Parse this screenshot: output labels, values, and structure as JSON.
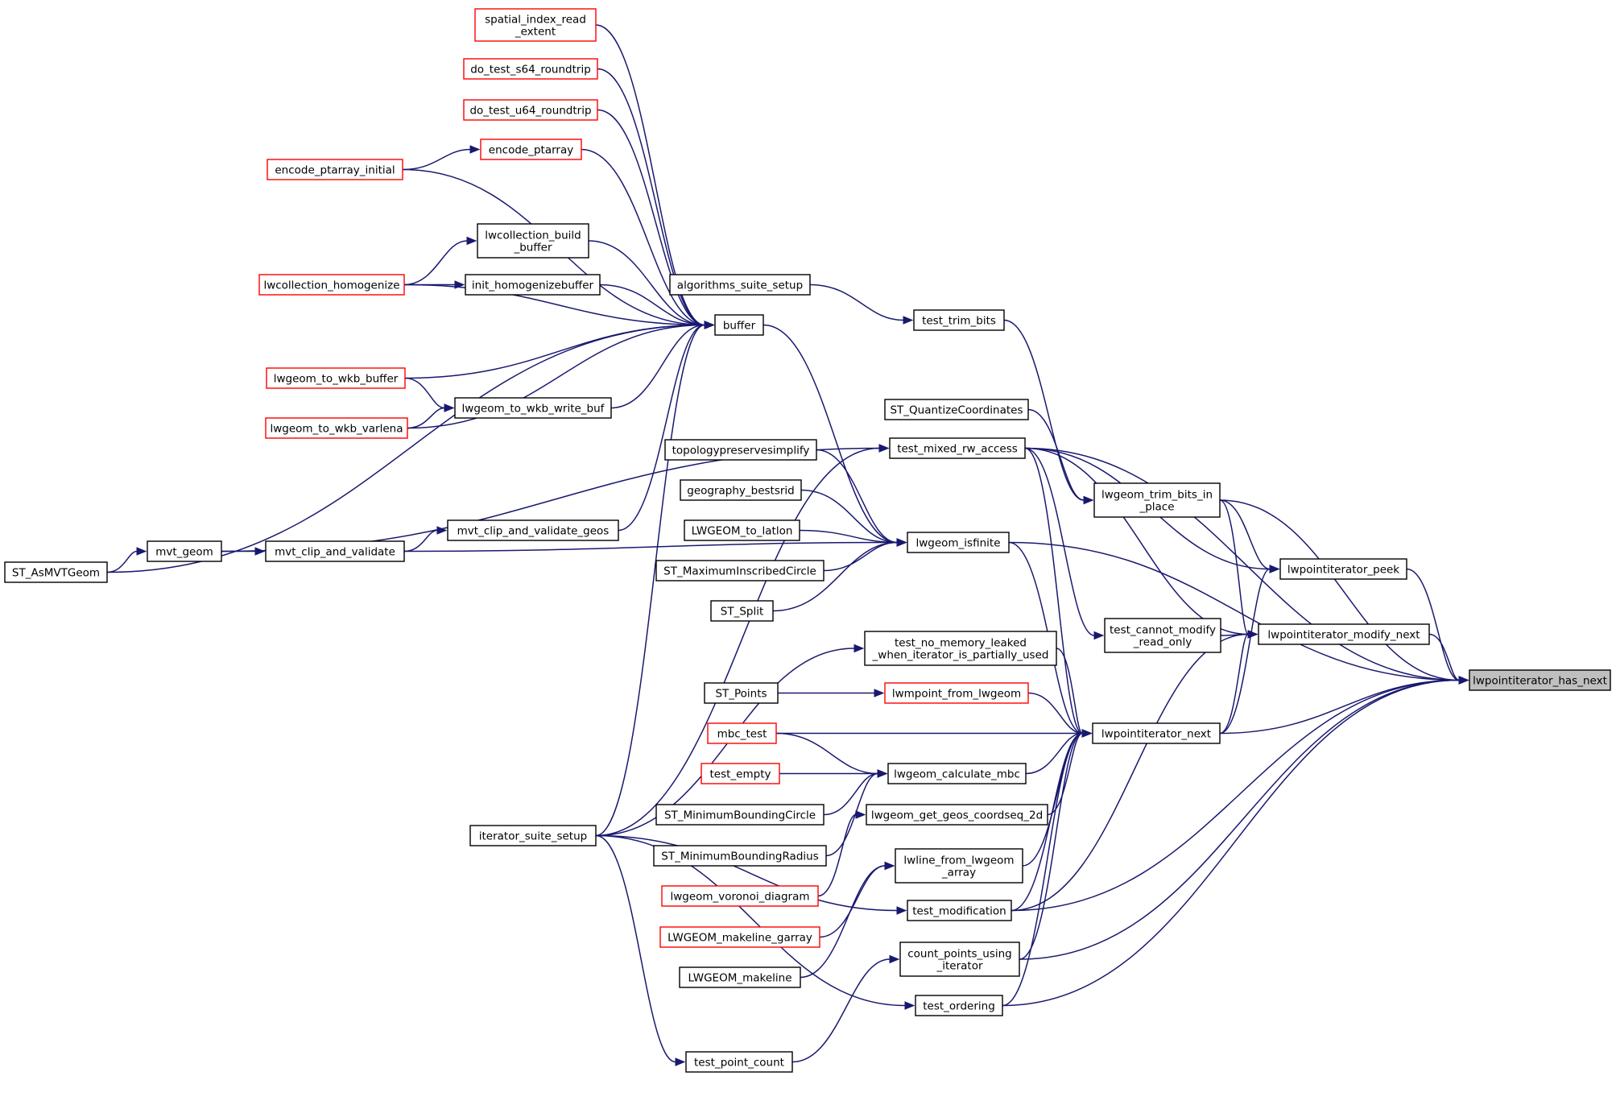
{
  "colors": {
    "edge": "#191970",
    "normal_border": "#000000",
    "truncated_border": "#ff0000",
    "root_fill": "#bfbfbf",
    "background": "#ffffff"
  },
  "nodes": {
    "spatial_index_read_extent": {
      "lines": [
        "spatial_index_read",
        "_extent"
      ],
      "style": "truncated"
    },
    "do_test_s64_roundtrip": {
      "lines": [
        "do_test_s64_roundtrip"
      ],
      "style": "truncated"
    },
    "do_test_u64_roundtrip": {
      "lines": [
        "do_test_u64_roundtrip"
      ],
      "style": "truncated"
    },
    "encode_ptarray": {
      "lines": [
        "encode_ptarray"
      ],
      "style": "truncated"
    },
    "encode_ptarray_initial": {
      "lines": [
        "encode_ptarray_initial"
      ],
      "style": "truncated"
    },
    "lwcollection_build_buffer": {
      "lines": [
        "lwcollection_build",
        "_buffer"
      ],
      "style": "normal"
    },
    "lwcollection_homogenize": {
      "lines": [
        "lwcollection_homogenize"
      ],
      "style": "truncated"
    },
    "init_homogenizebuffer": {
      "lines": [
        "init_homogenizebuffer"
      ],
      "style": "normal"
    },
    "algorithms_suite_setup": {
      "lines": [
        "algorithms_suite_setup"
      ],
      "style": "normal"
    },
    "buffer": {
      "lines": [
        "buffer"
      ],
      "style": "normal"
    },
    "test_trim_bits": {
      "lines": [
        "test_trim_bits"
      ],
      "style": "normal"
    },
    "lwgeom_to_wkb_buffer": {
      "lines": [
        "lwgeom_to_wkb_buffer"
      ],
      "style": "truncated"
    },
    "lwgeom_to_wkb_write_buf": {
      "lines": [
        "lwgeom_to_wkb_write_buf"
      ],
      "style": "normal"
    },
    "lwgeom_to_wkb_varlena": {
      "lines": [
        "lwgeom_to_wkb_varlena"
      ],
      "style": "truncated"
    },
    "ST_QuantizeCoordinates": {
      "lines": [
        "ST_QuantizeCoordinates"
      ],
      "style": "normal"
    },
    "test_mixed_rw_access": {
      "lines": [
        "test_mixed_rw_access"
      ],
      "style": "normal"
    },
    "topologypreservesimplify": {
      "lines": [
        "topologypreservesimplify"
      ],
      "style": "normal"
    },
    "geography_bestsrid": {
      "lines": [
        "geography_bestsrid"
      ],
      "style": "normal"
    },
    "lwgeom_trim_bits_in_place": {
      "lines": [
        "lwgeom_trim_bits_in",
        "_place"
      ],
      "style": "normal"
    },
    "mvt_clip_and_validate_geos": {
      "lines": [
        "mvt_clip_and_validate_geos"
      ],
      "style": "normal"
    },
    "LWGEOM_to_latlon": {
      "lines": [
        "LWGEOM_to_latlon"
      ],
      "style": "normal"
    },
    "lwgeom_isfinite": {
      "lines": [
        "lwgeom_isfinite"
      ],
      "style": "normal"
    },
    "ST_AsMVTGeom": {
      "lines": [
        "ST_AsMVTGeom"
      ],
      "style": "normal"
    },
    "mvt_geom": {
      "lines": [
        "mvt_geom"
      ],
      "style": "normal"
    },
    "mvt_clip_and_validate": {
      "lines": [
        "mvt_clip_and_validate"
      ],
      "style": "normal"
    },
    "lwpointiterator_peek": {
      "lines": [
        "lwpointiterator_peek"
      ],
      "style": "normal"
    },
    "ST_MaximumInscribedCircle": {
      "lines": [
        "ST_MaximumInscribedCircle"
      ],
      "style": "normal"
    },
    "ST_Split": {
      "lines": [
        "ST_Split"
      ],
      "style": "normal"
    },
    "test_cannot_modify_read_only": {
      "lines": [
        "test_cannot_modify",
        "_read_only"
      ],
      "style": "normal"
    },
    "lwpointiterator_modify_next": {
      "lines": [
        "lwpointiterator_modify_next"
      ],
      "style": "normal"
    },
    "test_no_memory_leaked": {
      "lines": [
        "test_no_memory_leaked",
        "_when_iterator_is_partially_used"
      ],
      "style": "normal"
    },
    "lwpointiterator_has_next": {
      "lines": [
        "lwpointiterator_has_next"
      ],
      "style": "root"
    },
    "ST_Points": {
      "lines": [
        "ST_Points"
      ],
      "style": "normal"
    },
    "lwmpoint_from_lwgeom": {
      "lines": [
        "lwmpoint_from_lwgeom"
      ],
      "style": "truncated"
    },
    "mbc_test": {
      "lines": [
        "mbc_test"
      ],
      "style": "truncated"
    },
    "lwpointiterator_next": {
      "lines": [
        "lwpointiterator_next"
      ],
      "style": "normal"
    },
    "test_empty": {
      "lines": [
        "test_empty"
      ],
      "style": "truncated"
    },
    "lwgeom_calculate_mbc": {
      "lines": [
        "lwgeom_calculate_mbc"
      ],
      "style": "normal"
    },
    "ST_MinimumBoundingCircle": {
      "lines": [
        "ST_MinimumBoundingCircle"
      ],
      "style": "normal"
    },
    "lwgeom_get_geos_coordseq_2d": {
      "lines": [
        "lwgeom_get_geos_coordseq_2d"
      ],
      "style": "normal"
    },
    "iterator_suite_setup": {
      "lines": [
        "iterator_suite_setup"
      ],
      "style": "normal"
    },
    "ST_MinimumBoundingRadius": {
      "lines": [
        "ST_MinimumBoundingRadius"
      ],
      "style": "normal"
    },
    "lwline_from_lwgeom_array": {
      "lines": [
        "lwline_from_lwgeom",
        "_array"
      ],
      "style": "normal"
    },
    "lwgeom_voronoi_diagram": {
      "lines": [
        "lwgeom_voronoi_diagram"
      ],
      "style": "truncated"
    },
    "test_modification": {
      "lines": [
        "test_modification"
      ],
      "style": "normal"
    },
    "LWGEOM_makeline_garray": {
      "lines": [
        "LWGEOM_makeline_garray"
      ],
      "style": "truncated"
    },
    "count_points_using_iterator": {
      "lines": [
        "count_points_using",
        "_iterator"
      ],
      "style": "normal"
    },
    "LWGEOM_makeline": {
      "lines": [
        "LWGEOM_makeline"
      ],
      "style": "normal"
    },
    "test_ordering": {
      "lines": [
        "test_ordering"
      ],
      "style": "normal"
    },
    "test_point_count": {
      "lines": [
        "test_point_count"
      ],
      "style": "normal"
    }
  },
  "edges": [
    [
      "spatial_index_read_extent",
      "buffer"
    ],
    [
      "do_test_s64_roundtrip",
      "buffer"
    ],
    [
      "do_test_u64_roundtrip",
      "buffer"
    ],
    [
      "encode_ptarray",
      "buffer"
    ],
    [
      "encode_ptarray_initial",
      "encode_ptarray"
    ],
    [
      "encode_ptarray_initial",
      "buffer"
    ],
    [
      "lwcollection_build_buffer",
      "buffer"
    ],
    [
      "lwcollection_homogenize",
      "lwcollection_build_buffer"
    ],
    [
      "lwcollection_homogenize",
      "init_homogenizebuffer"
    ],
    [
      "lwcollection_homogenize",
      "buffer"
    ],
    [
      "init_homogenizebuffer",
      "buffer"
    ],
    [
      "lwgeom_to_wkb_buffer",
      "buffer"
    ],
    [
      "lwgeom_to_wkb_buffer",
      "lwgeom_to_wkb_write_buf"
    ],
    [
      "lwgeom_to_wkb_varlena",
      "lwgeom_to_wkb_write_buf"
    ],
    [
      "lwgeom_to_wkb_write_buf",
      "buffer"
    ],
    [
      "lwgeom_to_wkb_varlena",
      "buffer"
    ],
    [
      "ST_AsMVTGeom",
      "mvt_geom"
    ],
    [
      "mvt_geom",
      "mvt_clip_and_validate"
    ],
    [
      "mvt_clip_and_validate",
      "mvt_clip_and_validate_geos"
    ],
    [
      "mvt_clip_and_validate_geos",
      "buffer"
    ],
    [
      "mvt_geom",
      "test_mixed_rw_access"
    ],
    [
      "mvt_clip_and_validate",
      "lwgeom_isfinite"
    ],
    [
      "ST_AsMVTGeom",
      "buffer"
    ],
    [
      "iterator_suite_setup",
      "buffer"
    ],
    [
      "iterator_suite_setup",
      "test_mixed_rw_access"
    ],
    [
      "iterator_suite_setup",
      "test_no_memory_leaked"
    ],
    [
      "iterator_suite_setup",
      "test_modification"
    ],
    [
      "iterator_suite_setup",
      "test_point_count"
    ],
    [
      "iterator_suite_setup",
      "test_ordering"
    ],
    [
      "test_point_count",
      "count_points_using_iterator"
    ],
    [
      "algorithms_suite_setup",
      "test_trim_bits"
    ],
    [
      "test_trim_bits",
      "lwgeom_trim_bits_in_place"
    ],
    [
      "ST_QuantizeCoordinates",
      "lwgeom_trim_bits_in_place"
    ],
    [
      "buffer",
      "lwgeom_isfinite"
    ],
    [
      "topologypreservesimplify",
      "lwgeom_isfinite"
    ],
    [
      "geography_bestsrid",
      "lwgeom_isfinite"
    ],
    [
      "LWGEOM_to_latlon",
      "lwgeom_isfinite"
    ],
    [
      "ST_MaximumInscribedCircle",
      "lwgeom_isfinite"
    ],
    [
      "ST_Split",
      "lwgeom_isfinite"
    ],
    [
      "test_mixed_rw_access",
      "lwpointiterator_has_next"
    ],
    [
      "test_mixed_rw_access",
      "lwpointiterator_peek"
    ],
    [
      "test_mixed_rw_access",
      "lwpointiterator_modify_next"
    ],
    [
      "test_mixed_rw_access",
      "test_cannot_modify_read_only"
    ],
    [
      "test_mixed_rw_access",
      "lwpointiterator_next"
    ],
    [
      "lwgeom_trim_bits_in_place",
      "lwpointiterator_has_next"
    ],
    [
      "lwgeom_trim_bits_in_place",
      "lwpointiterator_peek"
    ],
    [
      "lwgeom_trim_bits_in_place",
      "lwpointiterator_modify_next"
    ],
    [
      "lwgeom_isfinite",
      "lwpointiterator_has_next"
    ],
    [
      "lwgeom_isfinite",
      "lwpointiterator_next"
    ],
    [
      "test_cannot_modify_read_only",
      "lwpointiterator_modify_next"
    ],
    [
      "lwpointiterator_peek",
      "lwpointiterator_has_next"
    ],
    [
      "lwpointiterator_modify_next",
      "lwpointiterator_has_next"
    ],
    [
      "lwpointiterator_next",
      "lwpointiterator_has_next"
    ],
    [
      "lwpointiterator_next",
      "lwpointiterator_peek"
    ],
    [
      "lwpointiterator_next",
      "lwpointiterator_modify_next"
    ],
    [
      "test_no_memory_leaked",
      "lwpointiterator_next"
    ],
    [
      "ST_Points",
      "lwmpoint_from_lwgeom"
    ],
    [
      "lwmpoint_from_lwgeom",
      "lwpointiterator_next"
    ],
    [
      "mbc_test",
      "lwpointiterator_next"
    ],
    [
      "mbc_test",
      "lwgeom_calculate_mbc"
    ],
    [
      "test_empty",
      "lwgeom_calculate_mbc"
    ],
    [
      "ST_MinimumBoundingCircle",
      "lwgeom_calculate_mbc"
    ],
    [
      "ST_MinimumBoundingRadius",
      "lwgeom_calculate_mbc"
    ],
    [
      "lwgeom_calculate_mbc",
      "lwpointiterator_next"
    ],
    [
      "lwgeom_get_geos_coordseq_2d",
      "lwpointiterator_next"
    ],
    [
      "lwgeom_voronoi_diagram",
      "lwgeom_get_geos_coordseq_2d"
    ],
    [
      "lwline_from_lwgeom_array",
      "lwpointiterator_next"
    ],
    [
      "LWGEOM_makeline_garray",
      "lwline_from_lwgeom_array"
    ],
    [
      "LWGEOM_makeline",
      "lwline_from_lwgeom_array"
    ],
    [
      "test_modification",
      "lwpointiterator_has_next"
    ],
    [
      "test_modification",
      "lwpointiterator_next"
    ],
    [
      "test_modification",
      "lwpointiterator_modify_next"
    ],
    [
      "count_points_using_iterator",
      "lwpointiterator_has_next"
    ],
    [
      "count_points_using_iterator",
      "lwpointiterator_next"
    ],
    [
      "test_ordering",
      "lwpointiterator_has_next"
    ],
    [
      "test_ordering",
      "lwpointiterator_next"
    ]
  ]
}
